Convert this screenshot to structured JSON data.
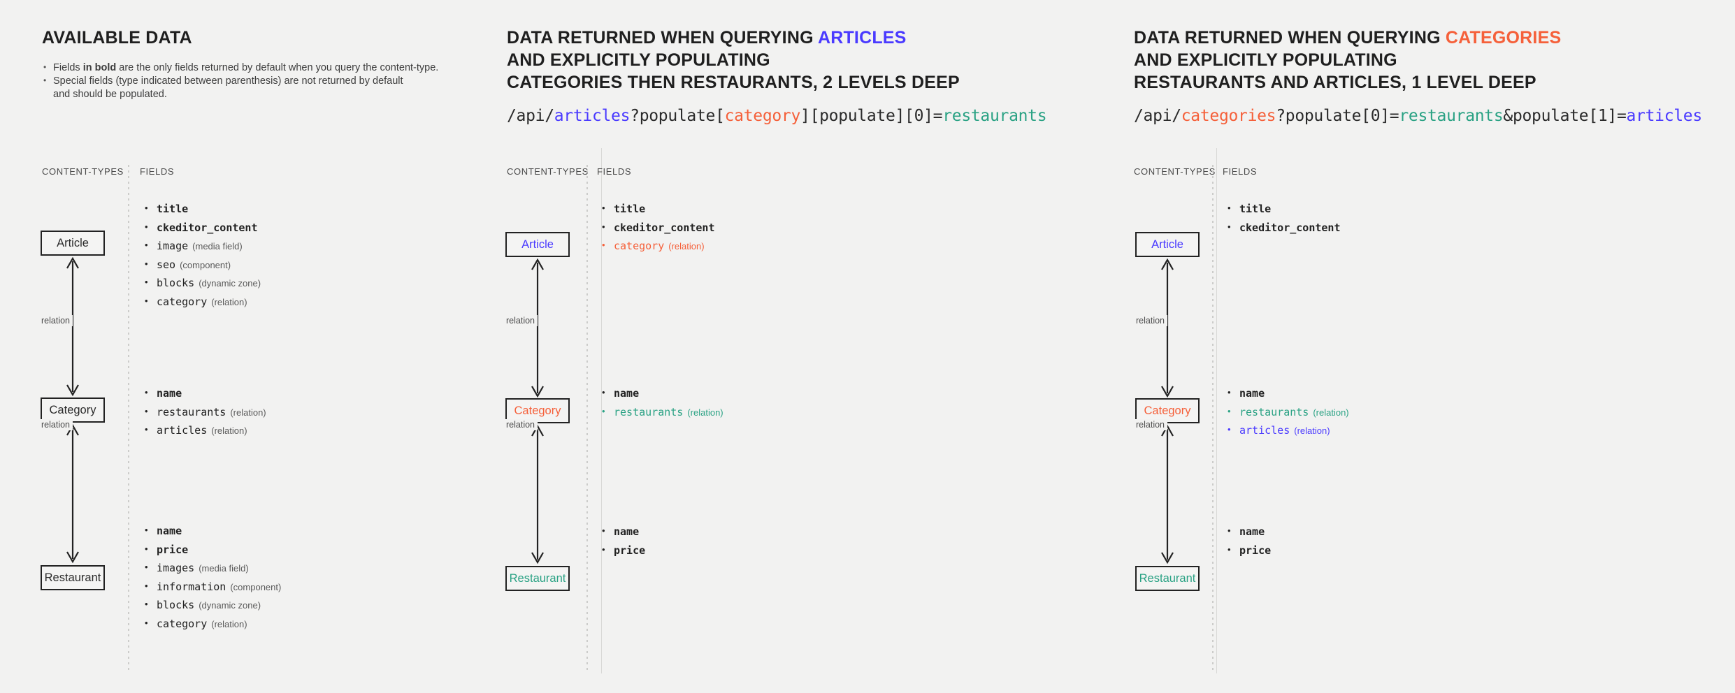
{
  "colors": {
    "background": "#f2f2f1",
    "text": "#2b2b2b",
    "articles_blue": "#4a3aff",
    "categories_red": "#f5603a",
    "restaurants_green": "#2aa284",
    "box_border": "#222222",
    "muted": "#4a4a4a"
  },
  "columns": [
    {
      "id": "available-data",
      "heading_lines": [
        [
          {
            "text": "AVAILABLE DATA",
            "color": "default"
          }
        ]
      ],
      "bullets": [
        {
          "pre": "Fields ",
          "bold": "in bold",
          "post": " are the only fields returned by default when you query the content-type."
        },
        {
          "pre": "Special fields (type indicated between parenthesis) are not returned by default",
          "bold": "",
          "post": ""
        },
        {
          "pre": "and should be populated.",
          "bold": "",
          "post": "",
          "continuation": true
        }
      ],
      "api_url": null,
      "section_labels": {
        "content_types": "CONTENT-TYPES",
        "fields": "FIELDS"
      },
      "relation_labels": [
        "relation",
        "relation"
      ],
      "entities": [
        {
          "name": "Article",
          "color": "default"
        },
        {
          "name": "Category",
          "color": "default"
        },
        {
          "name": "Restaurant",
          "color": "default"
        }
      ],
      "field_groups": [
        {
          "entity": "Article",
          "fields": [
            {
              "name": "title",
              "type": "",
              "bold": true,
              "color": "default"
            },
            {
              "name": "ckeditor_content",
              "type": "",
              "bold": true,
              "color": "default"
            },
            {
              "name": "image",
              "type": "(media field)",
              "bold": false,
              "color": "default"
            },
            {
              "name": "seo",
              "type": "(component)",
              "bold": false,
              "color": "default"
            },
            {
              "name": "blocks",
              "type": "(dynamic zone)",
              "bold": false,
              "color": "default"
            },
            {
              "name": "category",
              "type": "(relation)",
              "bold": false,
              "color": "default"
            }
          ]
        },
        {
          "entity": "Category",
          "fields": [
            {
              "name": "name",
              "type": "",
              "bold": true,
              "color": "default"
            },
            {
              "name": "restaurants",
              "type": "(relation)",
              "bold": false,
              "color": "default"
            },
            {
              "name": "articles",
              "type": "(relation)",
              "bold": false,
              "color": "default"
            }
          ]
        },
        {
          "entity": "Restaurant",
          "fields": [
            {
              "name": "name",
              "type": "",
              "bold": true,
              "color": "default"
            },
            {
              "name": "price",
              "type": "",
              "bold": true,
              "color": "default"
            },
            {
              "name": "images",
              "type": "(media field)",
              "bold": false,
              "color": "default"
            },
            {
              "name": "information",
              "type": "(component)",
              "bold": false,
              "color": "default"
            },
            {
              "name": "blocks",
              "type": "(dynamic zone)",
              "bold": false,
              "color": "default"
            },
            {
              "name": "category",
              "type": "(relation)",
              "bold": false,
              "color": "default"
            }
          ]
        }
      ]
    },
    {
      "id": "query-articles",
      "heading_lines": [
        [
          {
            "text": "DATA RETURNED WHEN QUERYING ",
            "color": "default"
          },
          {
            "text": "ARTICLES",
            "color": "blue"
          }
        ],
        [
          {
            "text": "AND EXPLICITLY POPULATING",
            "color": "default"
          }
        ],
        [
          {
            "text": "CATEGORIES THEN RESTAURANTS, 2 LEVELS DEEP",
            "color": "default"
          }
        ]
      ],
      "bullets": [],
      "api_url": [
        {
          "text": "/api/",
          "color": "default"
        },
        {
          "text": "articles",
          "color": "blue"
        },
        {
          "text": "?populate[",
          "color": "default"
        },
        {
          "text": "category",
          "color": "red"
        },
        {
          "text": "][populate][0]=",
          "color": "default"
        },
        {
          "text": "restaurants",
          "color": "green"
        }
      ],
      "section_labels": {
        "content_types": "CONTENT-TYPES",
        "fields": "FIELDS"
      },
      "relation_labels": [
        "relation",
        "relation"
      ],
      "entities": [
        {
          "name": "Article",
          "color": "blue"
        },
        {
          "name": "Category",
          "color": "red"
        },
        {
          "name": "Restaurant",
          "color": "green"
        }
      ],
      "field_groups": [
        {
          "entity": "Article",
          "fields": [
            {
              "name": "title",
              "type": "",
              "bold": true,
              "color": "default"
            },
            {
              "name": "ckeditor_content",
              "type": "",
              "bold": true,
              "color": "default"
            },
            {
              "name": "category",
              "type": "(relation)",
              "bold": false,
              "color": "red"
            }
          ]
        },
        {
          "entity": "Category",
          "fields": [
            {
              "name": "name",
              "type": "",
              "bold": true,
              "color": "default"
            },
            {
              "name": "restaurants",
              "type": "(relation)",
              "bold": false,
              "color": "green"
            }
          ]
        },
        {
          "entity": "Restaurant",
          "fields": [
            {
              "name": "name",
              "type": "",
              "bold": true,
              "color": "default"
            },
            {
              "name": "price",
              "type": "",
              "bold": true,
              "color": "default"
            }
          ]
        }
      ]
    },
    {
      "id": "query-categories",
      "heading_lines": [
        [
          {
            "text": "DATA RETURNED WHEN QUERYING ",
            "color": "default"
          },
          {
            "text": "CATEGORIES",
            "color": "red"
          }
        ],
        [
          {
            "text": "AND EXPLICITLY POPULATING",
            "color": "default"
          }
        ],
        [
          {
            "text": "RESTAURANTS AND ARTICLES, 1 LEVEL DEEP",
            "color": "default"
          }
        ]
      ],
      "bullets": [],
      "api_url": [
        {
          "text": "/api/",
          "color": "default"
        },
        {
          "text": "categories",
          "color": "red"
        },
        {
          "text": "?populate[0]=",
          "color": "default"
        },
        {
          "text": "restaurants",
          "color": "green"
        },
        {
          "text": "&populate[1]=",
          "color": "default"
        },
        {
          "text": "articles",
          "color": "blue"
        }
      ],
      "section_labels": {
        "content_types": "CONTENT-TYPES",
        "fields": "FIELDS"
      },
      "relation_labels": [
        "relation",
        "relation"
      ],
      "entities": [
        {
          "name": "Article",
          "color": "blue"
        },
        {
          "name": "Category",
          "color": "red"
        },
        {
          "name": "Restaurant",
          "color": "green"
        }
      ],
      "field_groups": [
        {
          "entity": "Article",
          "fields": [
            {
              "name": "title",
              "type": "",
              "bold": true,
              "color": "default"
            },
            {
              "name": "ckeditor_content",
              "type": "",
              "bold": true,
              "color": "default"
            }
          ]
        },
        {
          "entity": "Category",
          "fields": [
            {
              "name": "name",
              "type": "",
              "bold": true,
              "color": "default"
            },
            {
              "name": "restaurants",
              "type": "(relation)",
              "bold": false,
              "color": "green"
            },
            {
              "name": "articles",
              "type": "(relation)",
              "bold": false,
              "color": "blue"
            }
          ]
        },
        {
          "entity": "Restaurant",
          "fields": [
            {
              "name": "name",
              "type": "",
              "bold": true,
              "color": "default"
            },
            {
              "name": "price",
              "type": "",
              "bold": true,
              "color": "default"
            }
          ]
        }
      ]
    }
  ]
}
